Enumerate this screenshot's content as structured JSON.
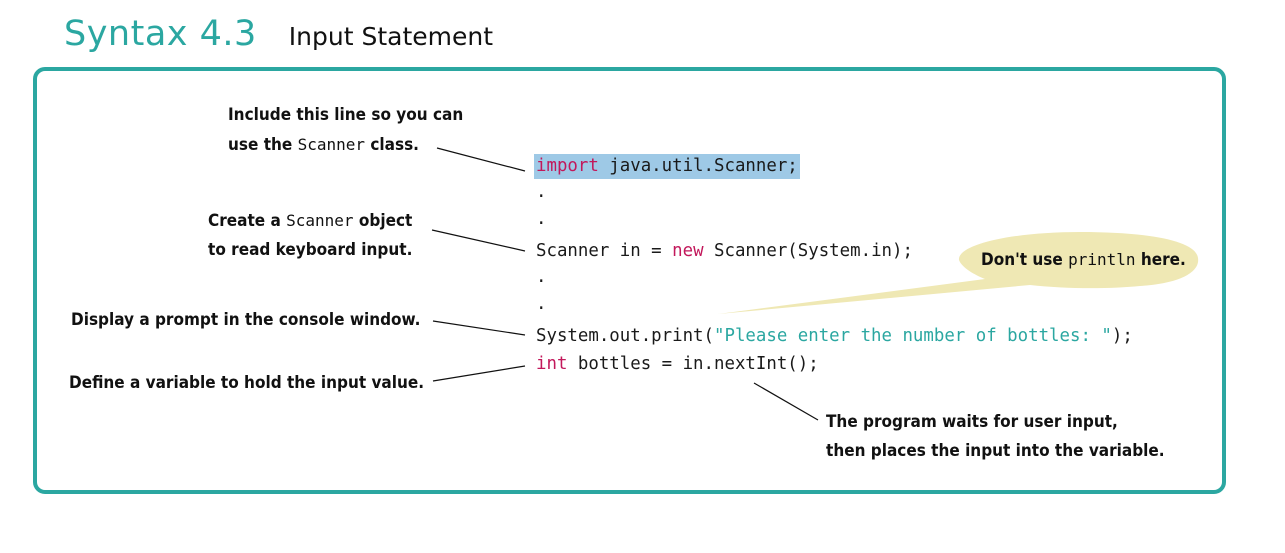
{
  "heading": {
    "number": "Syntax 4.3",
    "title": "Input Statement"
  },
  "code": {
    "line1_kw": "import",
    "line1_rest": " java.util.Scanner;",
    "dot1": ".",
    "dot2": ".",
    "line2_a": "Scanner in = ",
    "line2_kw": "new",
    "line2_b": " Scanner(System.in);",
    "dot3": ".",
    "dot4": ".",
    "line3_a": "System.out.print(",
    "line3_str": "\"Please enter the number of bottles: \"",
    "line3_b": ");",
    "line4_kw": "int",
    "line4_rest": " bottles = in.nextInt();"
  },
  "notes": {
    "import_line1": "Include this line so you can",
    "import_line2_a": "use the ",
    "import_line2_code": "Scanner",
    "import_line2_b": " class.",
    "create_line1_a": "Create a ",
    "create_line1_code": "Scanner",
    "create_line1_b": " object",
    "create_line2": "to read keyboard input.",
    "prompt": "Display a prompt in the console window.",
    "define": "Define a variable to hold the input value.",
    "bubble_a": "Don't use ",
    "bubble_code": "println",
    "bubble_b": " here.",
    "wait_line1": "The program waits for user input,",
    "wait_line2": "then places the input into the variable."
  },
  "colors": {
    "accent": "#2ba7a1",
    "keyword": "#c2185b",
    "highlight": "#9ec9e6",
    "bubble": "#efe8b4"
  }
}
